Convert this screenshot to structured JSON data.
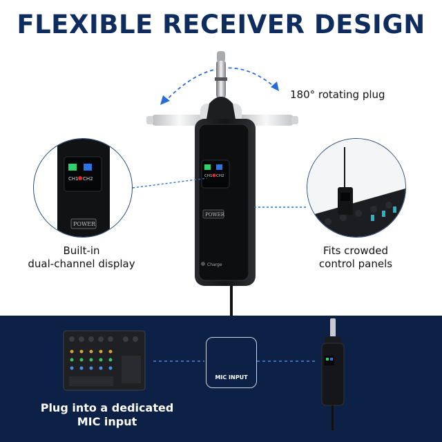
{
  "title": "FLEXIBLE RECEIVER DESIGN",
  "labels": {
    "rotating": "180° rotating plug",
    "display_line1": "Built-in",
    "display_line2": "dual-channel display",
    "panels_line1": "Fits crowded",
    "panels_line2": "control panels",
    "mic_line1": "Plug into a dedicated",
    "mic_line2": "MIC input"
  },
  "device": {
    "ch1": "CH1",
    "ch2": "CH2",
    "power": "POWER",
    "charge": "Charge"
  },
  "mic_input": "MIC INPUT",
  "colors": {
    "title": "#0f2c5e",
    "bottom_band": "#0d2147",
    "accent_blue": "#2a6cd6",
    "ch1_green": "#2fd26a",
    "ch2_blue": "#2a74e6"
  }
}
